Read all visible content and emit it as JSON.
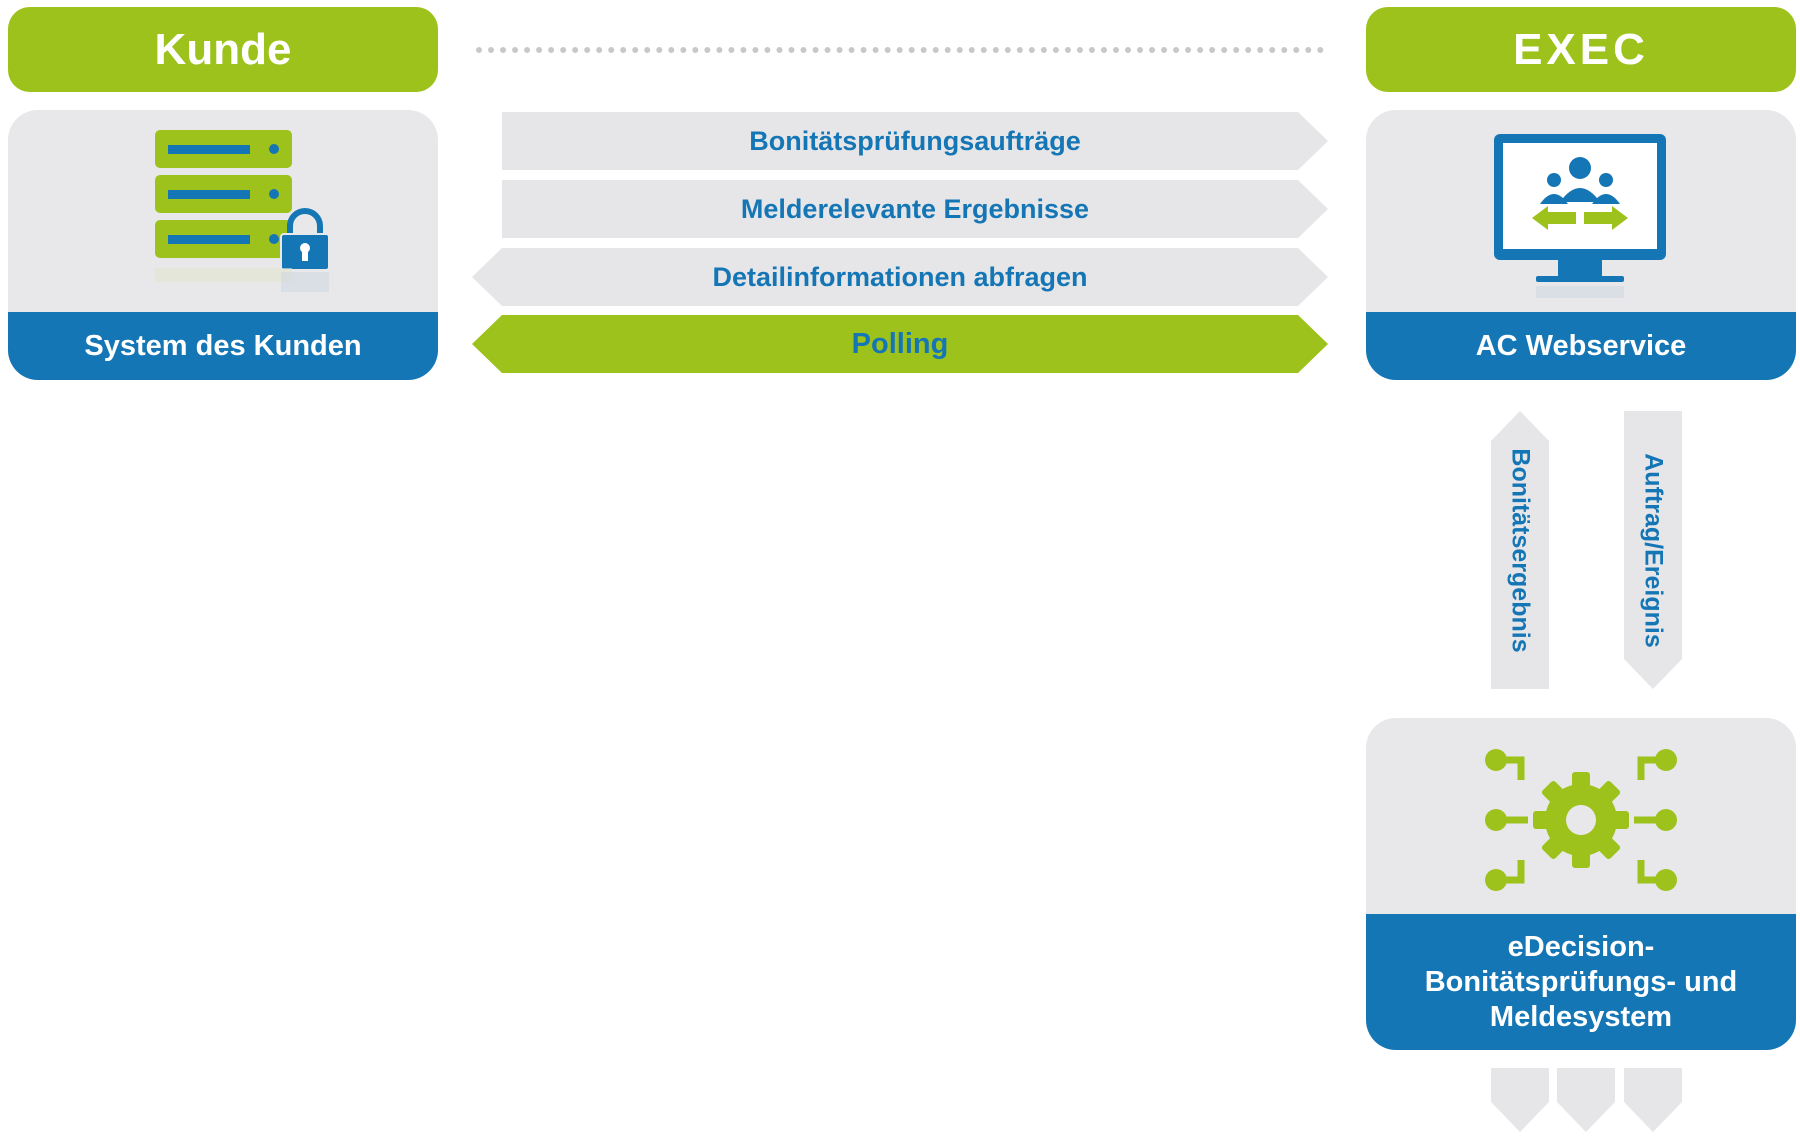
{
  "headers": {
    "left": "Kunde",
    "right": "EXEC"
  },
  "left_card": {
    "label": "System des Kunden"
  },
  "flows": [
    {
      "label": "Bonitätsprüfungsaufträge",
      "direction": "right"
    },
    {
      "label": "Melderelevante Ergebnisse",
      "direction": "right"
    },
    {
      "label": "Detailinformationen abfragen",
      "direction": "both"
    },
    {
      "label": "Polling",
      "direction": "both"
    }
  ],
  "right_card": {
    "label": "AC Webservice"
  },
  "vertical_flows": [
    {
      "label": "Bonitätsergebnis",
      "direction": "up"
    },
    {
      "label": "Auftrag/Ereignis",
      "direction": "down"
    }
  ],
  "bottom_card": {
    "line1": "eDecision-",
    "line2": "Bonitätsprüfungs- und",
    "line3": "Meldesystem"
  },
  "colors": {
    "green": "#9dc21b",
    "blue": "#1576b6",
    "light_gray": "#e8e8ea",
    "arrow_gray": "#e6e6e8"
  },
  "icons": {
    "left_card": "server-lock-icon",
    "right_card": "monitor-users-icon",
    "bottom_card": "gear-circuit-icon"
  }
}
